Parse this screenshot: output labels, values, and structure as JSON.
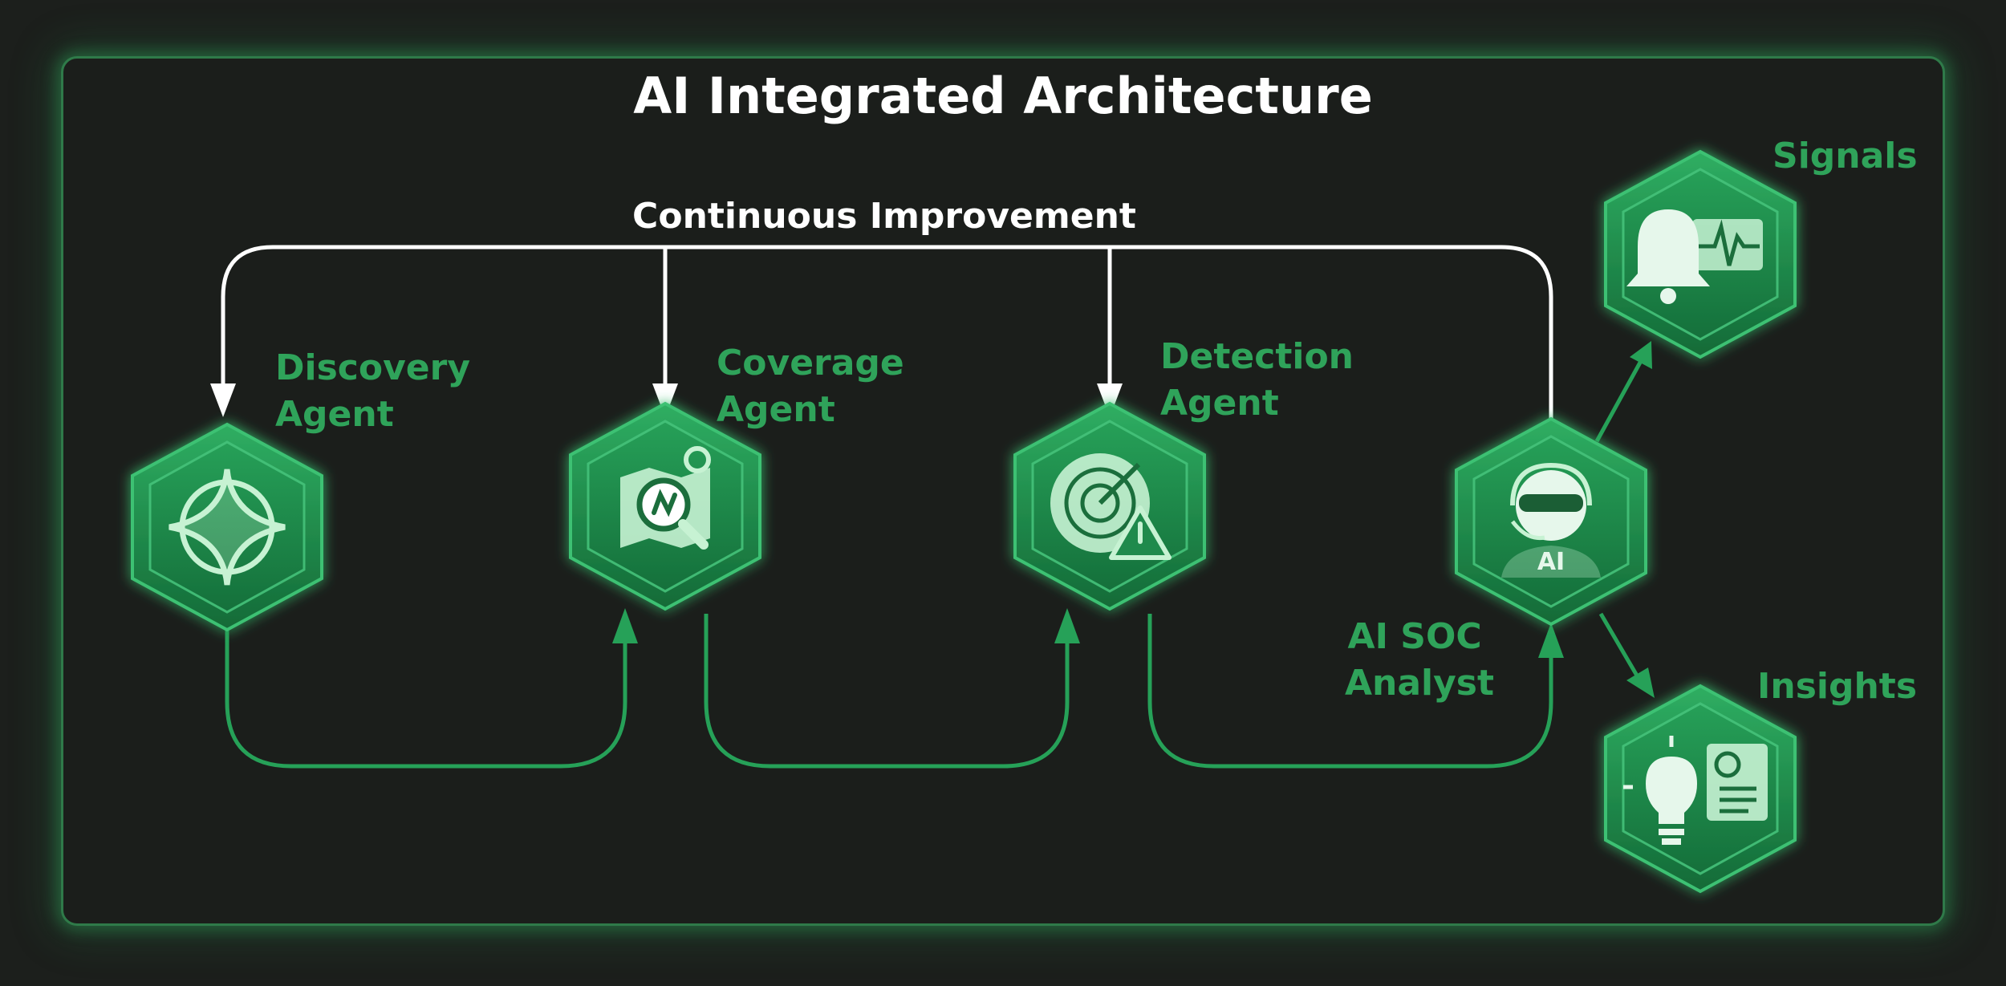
{
  "title": "AI Integrated Architecture",
  "loop_label": "Continuous Improvement",
  "agents": [
    {
      "line1": "Discovery",
      "line2": "Agent",
      "icon": "compass-crosshair-icon"
    },
    {
      "line1": "Coverage",
      "line2": "Agent",
      "icon": "map-search-icon"
    },
    {
      "line1": "Detection",
      "line2": "Agent",
      "icon": "radar-alert-icon"
    },
    {
      "line1": "AI SOC",
      "line2": "Analyst",
      "icon": "ai-analyst-headset-icon",
      "badge": "AI"
    }
  ],
  "outputs": [
    {
      "label": "Signals",
      "icon": "bell-pulse-icon"
    },
    {
      "label": "Insights",
      "icon": "lightbulb-report-icon"
    }
  ],
  "colors": {
    "background": "#1c1f1c",
    "accent_green": "#2fa35a",
    "hex_fill": "#1f8a4c",
    "feedback_line": "#ffffff"
  }
}
